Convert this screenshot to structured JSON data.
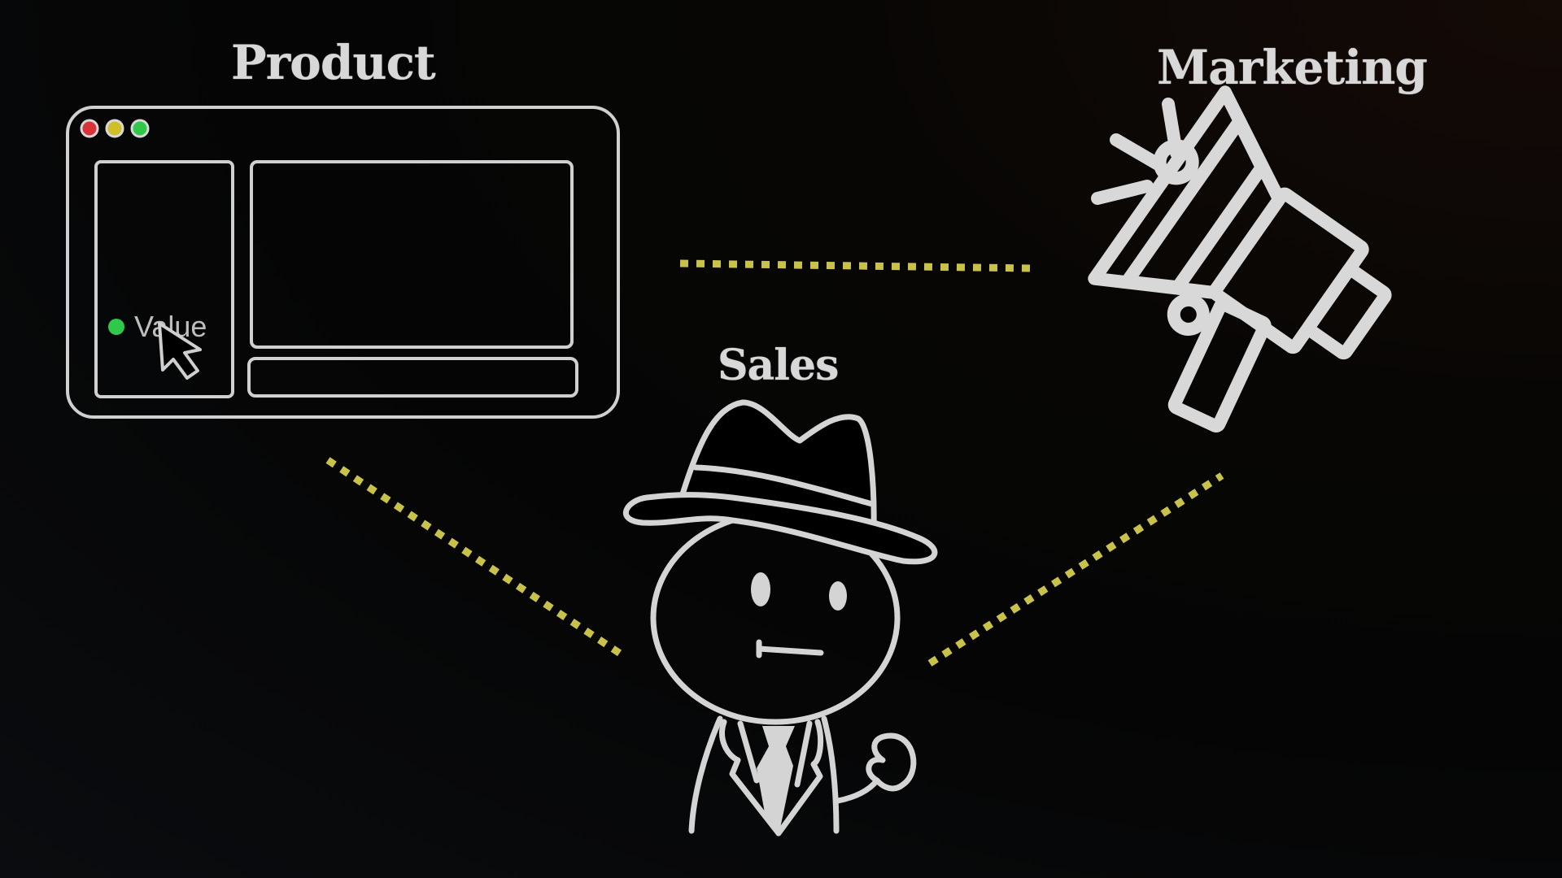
{
  "labels": {
    "product": "Product",
    "marketing": "Marketing",
    "sales": "Sales"
  },
  "product_window": {
    "traffic_lights": [
      "#d9333a",
      "#cfc02a",
      "#2fc84a"
    ],
    "value_label": "Value",
    "value_dot_color": "#2fc84a",
    "icons": [
      "browser-window-icon",
      "mouse-cursor-icon"
    ]
  },
  "marketing_icon": "megaphone-icon",
  "sales_icon": "salesman-with-fedora-icon",
  "connectors": {
    "color": "#c9c24a",
    "style": "dotted",
    "links": [
      {
        "from": "Product",
        "to": "Marketing"
      },
      {
        "from": "Product",
        "to": "Sales"
      },
      {
        "from": "Sales",
        "to": "Marketing"
      }
    ]
  },
  "colors": {
    "background": "#050505",
    "stroke": "#d4d4d4"
  }
}
